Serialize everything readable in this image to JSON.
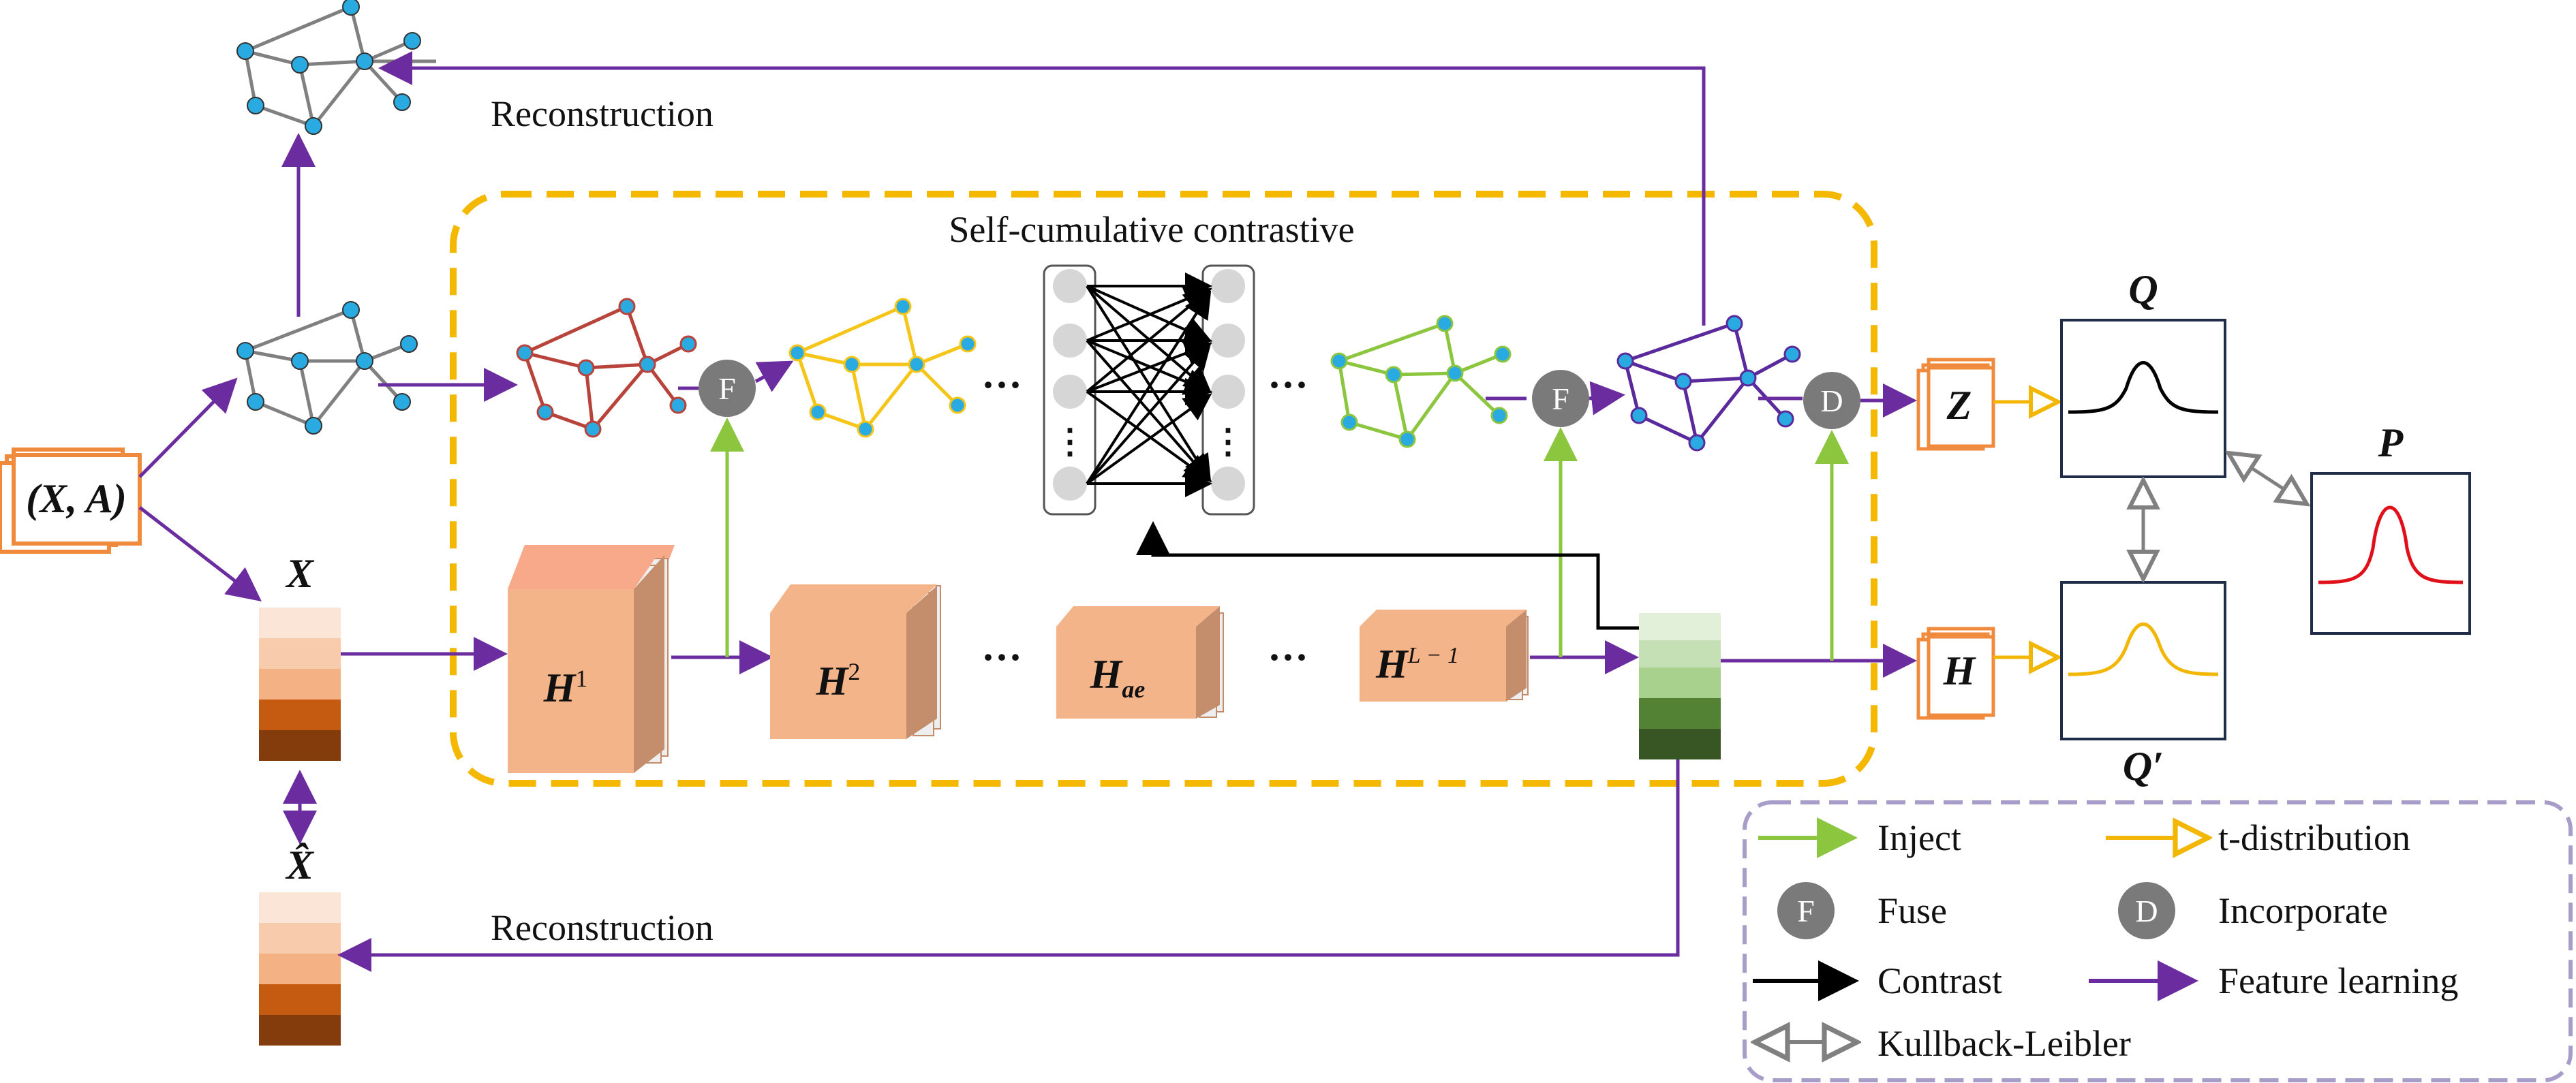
{
  "diagram": {
    "labels": {
      "input": "(X, A)",
      "x_feature": "X",
      "x_hat": "X̂",
      "reconstruction_top": "Reconstruction",
      "reconstruction_bottom": "Reconstruction",
      "region_title": "Self-cumulative contrastive",
      "h1": "H",
      "h1_sup": "1",
      "h2": "H",
      "h2_sup": "2",
      "hae": "H",
      "hae_sub": "ae",
      "hl1": "H",
      "hl1_sup": "L − 1",
      "z": "Z",
      "h": "H",
      "q": "Q",
      "q_prime": "Q′",
      "p": "P",
      "ellipsis": "···",
      "vdots": "⋮"
    },
    "nodes": {
      "fuse_symbol": "F",
      "incorporate_symbol": "D"
    },
    "legend": [
      {
        "kind": "inject",
        "label": "Inject",
        "color": "#8cc63f"
      },
      {
        "kind": "t-distribution",
        "label": "t-distribution",
        "color": "#f2b705"
      },
      {
        "kind": "fuse",
        "label": "Fuse",
        "symbol": "F",
        "color": "#7a7a7a"
      },
      {
        "kind": "incorporate",
        "label": "Incorporate",
        "symbol": "D",
        "color": "#7a7a7a"
      },
      {
        "kind": "contrast",
        "label": "Contrast",
        "color": "#000000"
      },
      {
        "kind": "feature-learning",
        "label": "Feature learning",
        "color": "#6a2c9e"
      },
      {
        "kind": "kullback-leibler",
        "label": "Kullback-Leibler",
        "color": "#808080"
      }
    ],
    "colors": {
      "feature_learning": "#6a2c9e",
      "inject": "#8cc63f",
      "t_distribution": "#f2b705",
      "contrast": "#000000",
      "kl": "#808080",
      "dashed_region": "#f5b800",
      "legend_border": "#a89cc8",
      "orange_block": "#f4b48a",
      "node_fill": "#29abe2",
      "graph_gray": "#808080",
      "graph_red": "#b8433a",
      "graph_yellow": "#f5c518",
      "graph_green": "#8cc63f",
      "graph_purple": "#5a2a9c",
      "curve_q": "#000000",
      "curve_q_prime": "#f2b705",
      "curve_p": "#e0101a"
    }
  }
}
